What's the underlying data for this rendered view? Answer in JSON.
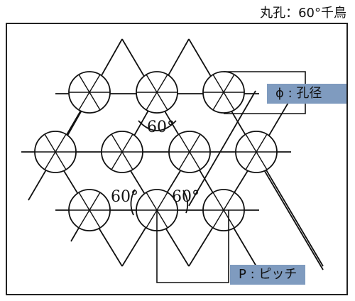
{
  "title": "丸孔：60°千鳥",
  "labels": {
    "diameter": "ϕ : 孔径",
    "pitch": "P : ピッチ"
  },
  "angles": {
    "top": "60°",
    "bottom_left": "60°",
    "bottom_right": "60°"
  }
}
